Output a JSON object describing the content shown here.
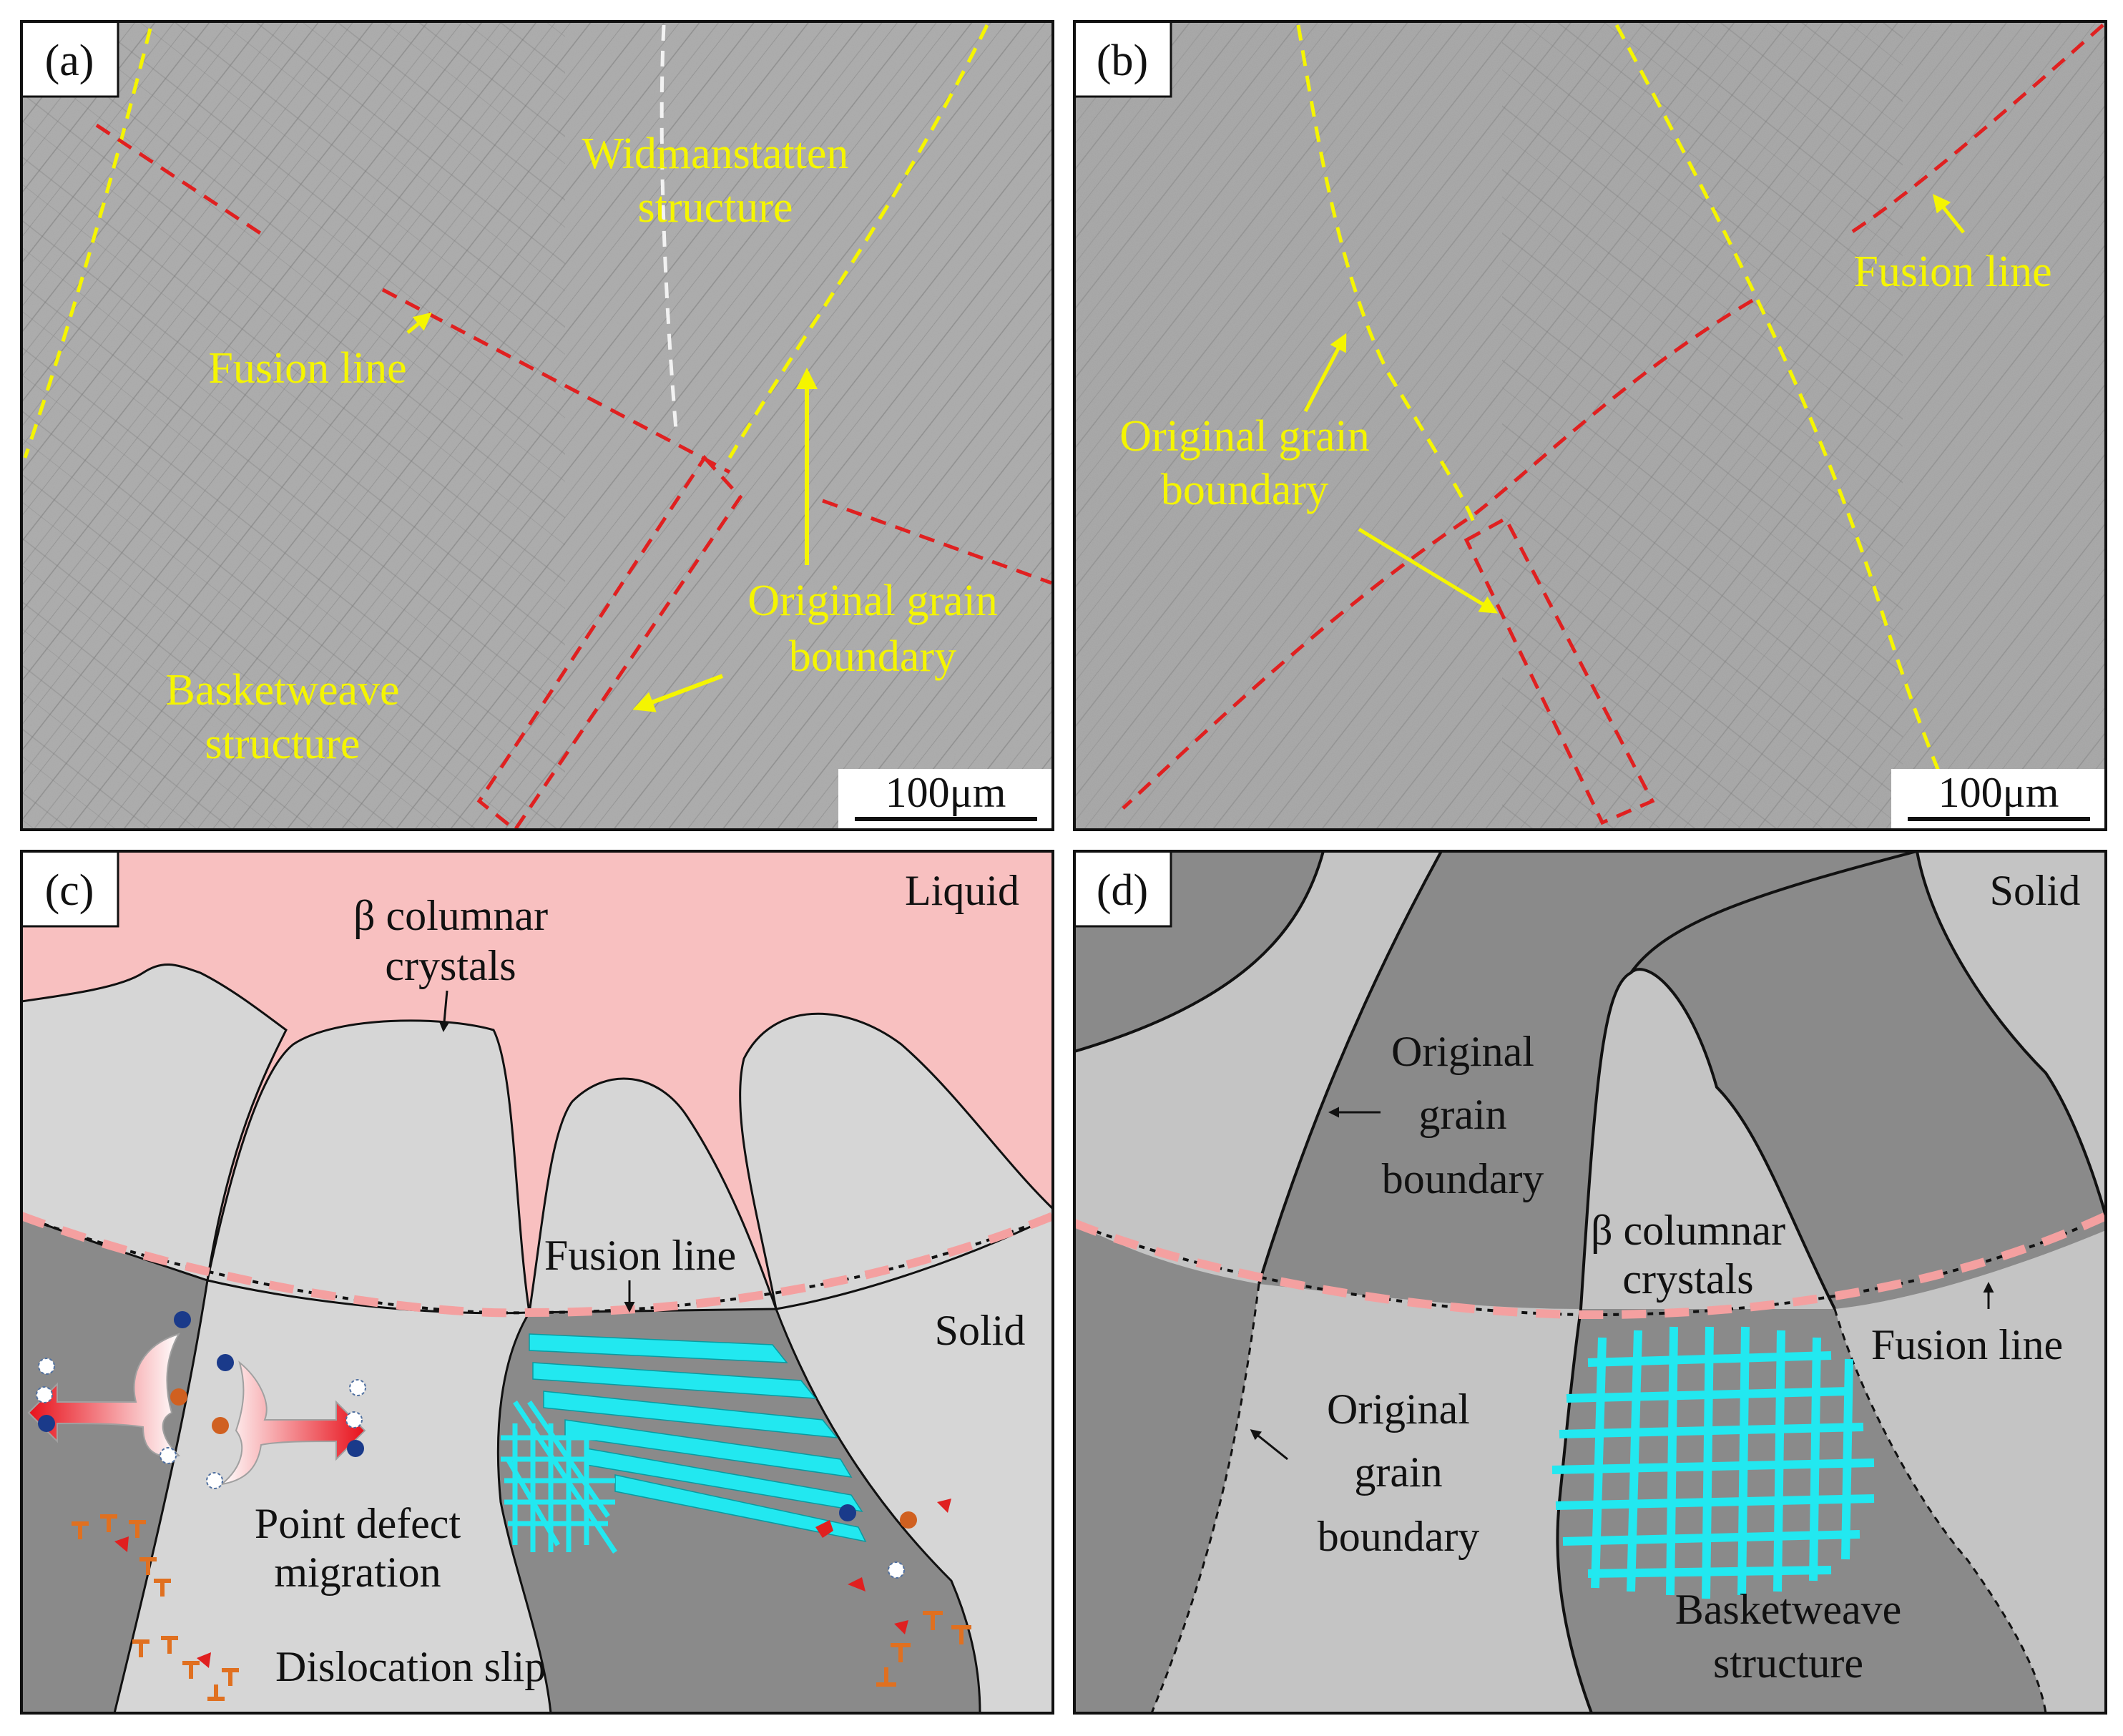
{
  "panels": {
    "a": {
      "label": "(a)",
      "widmanstatten": [
        "Widmanstatten",
        "structure"
      ],
      "fusion_line": "Fusion line",
      "original_grain_boundary": [
        "Original grain",
        "boundary"
      ],
      "basketweave": [
        "Basketweave",
        "structure"
      ],
      "scale_bar": "100μm"
    },
    "b": {
      "label": "(b)",
      "fusion_line": "Fusion line",
      "original_grain_boundary": [
        "Original grain",
        "boundary"
      ],
      "scale_bar": "100μm"
    },
    "c": {
      "label": "(c)",
      "liquid": "Liquid",
      "beta_columnar": [
        "β columnar",
        "crystals"
      ],
      "fusion_line": "Fusion line",
      "solid": "Solid",
      "point_defect": [
        "Point defect",
        "migration"
      ],
      "dislocation_slip": "Dislocation slip"
    },
    "d": {
      "label": "(d)",
      "solid": "Solid",
      "original_grain_boundary_top": [
        "Original",
        "grain",
        "boundary"
      ],
      "beta_columnar": [
        "β columnar",
        "crystals"
      ],
      "fusion_line": "Fusion line",
      "original_grain_boundary_bottom": [
        "Original",
        "grain",
        "boundary"
      ],
      "basketweave": [
        "Basketweave",
        "structure"
      ]
    }
  },
  "colors": {
    "annotation_yellow": "#f5f500",
    "fusion_red": "#e02020",
    "liquid_pink": "#f8c0c0",
    "fusion_pink": "#f4a0a0",
    "light_grain": "#d6d6d6",
    "dark_grain": "#8a8a8a",
    "basketweave_cyan": "#22e8f0"
  }
}
